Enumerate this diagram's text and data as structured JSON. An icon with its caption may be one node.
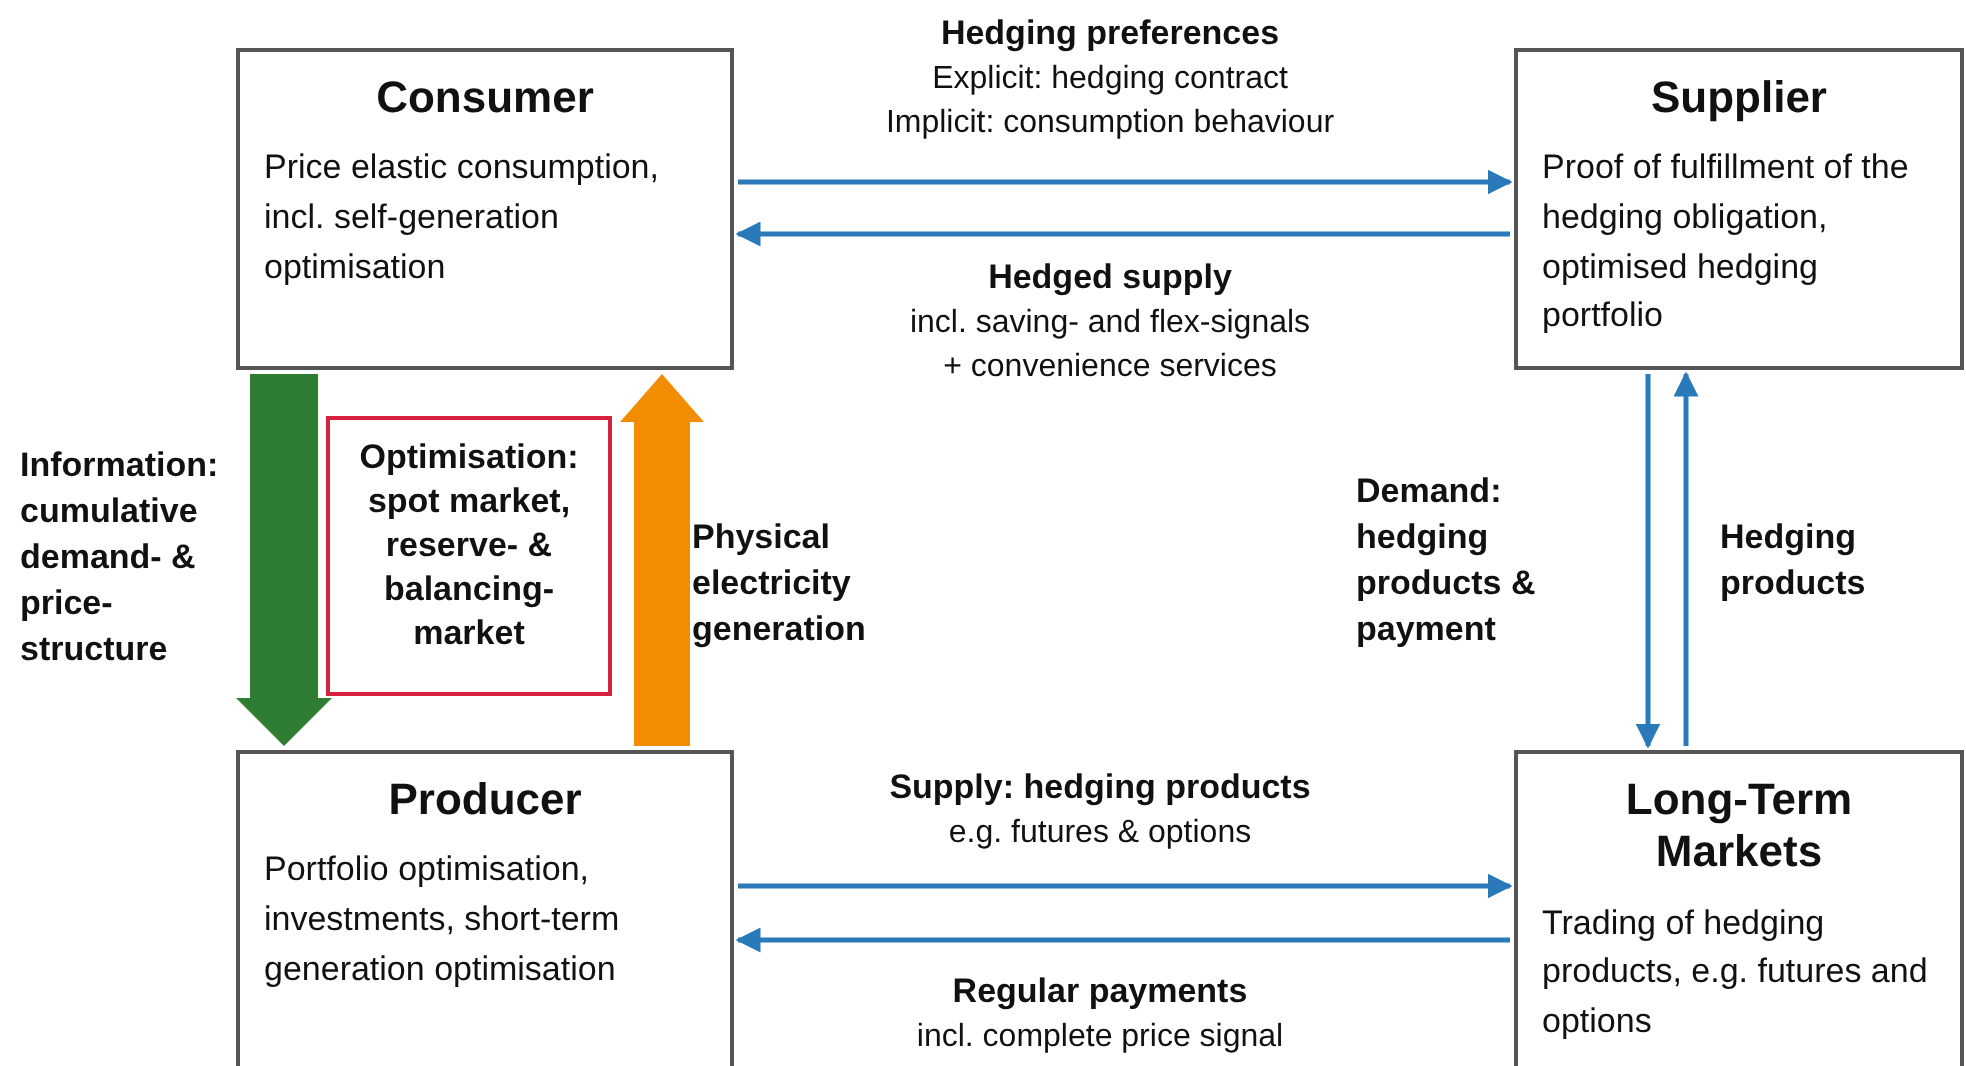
{
  "diagram": {
    "nodes": [
      {
        "text": [
          "Consumer",
          "Price elastic consumption, incl. self-generation optimisation"
        ]
      },
      {
        "text": [
          "Supplier",
          "Proof of fulfillment of the hedging obligation, optimised hedging portfolio"
        ]
      },
      {
        "text": [
          "Optimisation: spot market, reserve- & balancing-market"
        ]
      },
      {
        "text": [
          "Producer",
          "Portfolio optimisation, investments, short-term generation optimisation"
        ]
      },
      {
        "text": [
          "Long-Term Markets",
          "Trading of hedging products, e.g. futures and options"
        ]
      }
    ],
    "edges": [
      {
        "from": 0,
        "to": 1,
        "arrow": "to",
        "label": "**Hedging preferences** Explicit: hedging contract Implicit: consumption behaviour"
      },
      {
        "from": 1,
        "to": 0,
        "arrow": "to",
        "label": "**Hedged supply** incl. saving- and flex-signals + convenience services"
      },
      {
        "from": 0,
        "to": 3,
        "arrow": "to",
        "label": "Information: cumulative demand- & price-structure",
        "style": "thick",
        "color": "#2e7d32"
      },
      {
        "from": 3,
        "to": 0,
        "arrow": "to",
        "label": "Physical electricity generation",
        "style": "thick",
        "color": "#f28c00"
      },
      {
        "from": 1,
        "to": 4,
        "arrow": "to",
        "label": "Demand: hedging products & payment"
      },
      {
        "from": 4,
        "to": 1,
        "arrow": "to",
        "label": "Hedging products"
      },
      {
        "from": 3,
        "to": 4,
        "arrow": "to",
        "label": "**Supply: hedging products** e.g. futures & options"
      },
      {
        "from": 4,
        "to": 3,
        "arrow": "to",
        "label": "**Regular payments** incl. complete price signal"
      }
    ]
  }
}
